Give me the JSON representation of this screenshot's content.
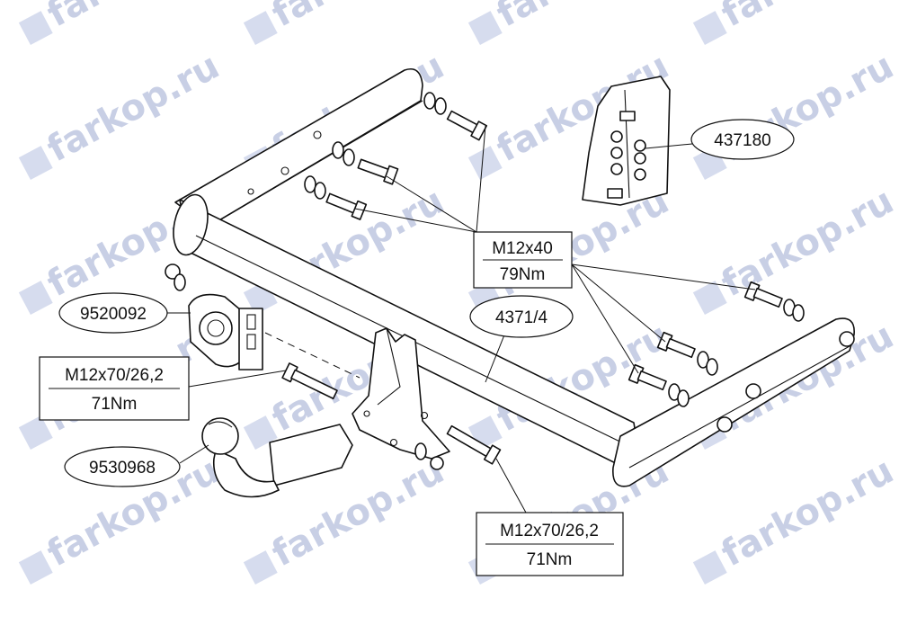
{
  "watermark": {
    "text": "farkop.ru",
    "color": "#9aa8d0",
    "badge_color": "#b4bfe0"
  },
  "callouts": {
    "bracket_set": {
      "part": "437180"
    },
    "main_beam": {
      "part": "4371/4"
    },
    "socket_plate": {
      "part": "9520092"
    },
    "ball": {
      "part": "9530968"
    },
    "bolt_top": {
      "spec": "M12x40",
      "torque": "79Nm"
    },
    "bolt_left": {
      "spec": "M12x70/26,2",
      "torque": "71Nm"
    },
    "bolt_bottom": {
      "spec": "M12x70/26,2",
      "torque": "71Nm"
    }
  }
}
